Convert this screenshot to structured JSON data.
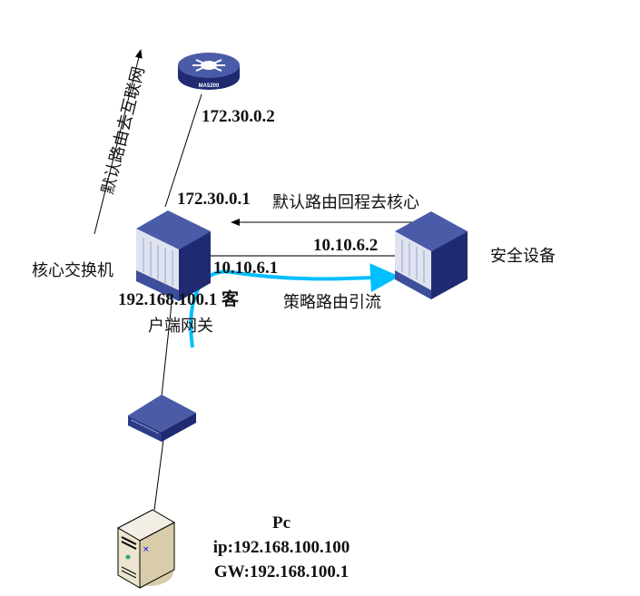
{
  "devices": {
    "router": {
      "label": "MA5200"
    },
    "core_switch": {
      "name": "核心交换机"
    },
    "security": {
      "name": "安全设备"
    },
    "pc": {
      "title": "Pc",
      "ip": "ip:192.168.100.100",
      "gw": "GW:192.168.100.1"
    }
  },
  "labels": {
    "router_ip": "172.30.0.2",
    "core_uplink_ip": "172.30.0.1",
    "core_to_sec_ip": "10.10.6.1",
    "sec_ip": "10.10.6.2",
    "gateway_line1": "192.168.100.1 客",
    "gateway_line2": "户端网关",
    "default_route_internet": "默认路由去互联网",
    "default_route_return": "默认路由回程去核心",
    "policy_route": "策略路由引流"
  },
  "colors": {
    "device": "#3d4f9a",
    "device_dark": "#1f2a70",
    "flow": "#00bfff"
  }
}
